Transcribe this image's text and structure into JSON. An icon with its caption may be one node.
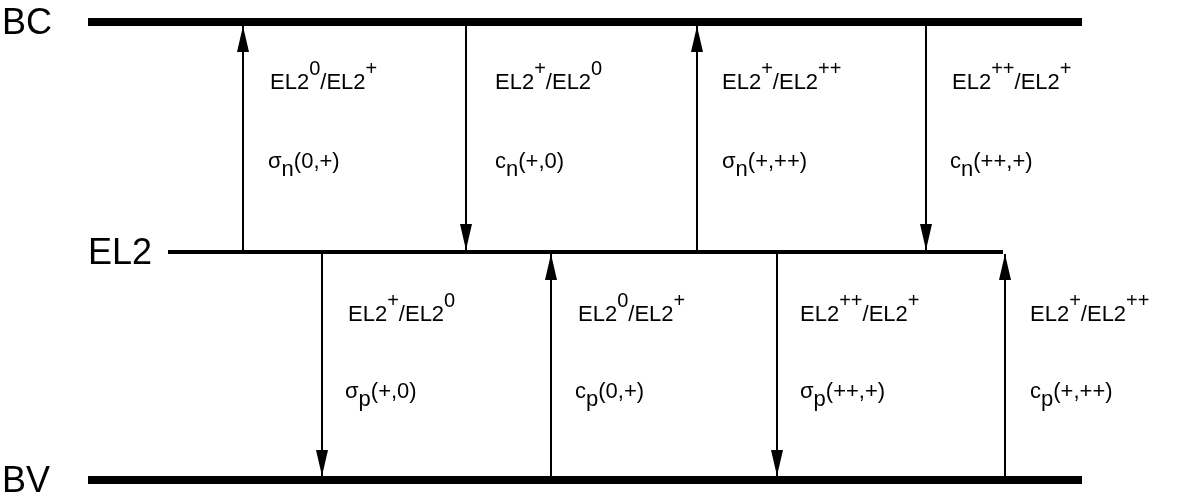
{
  "diagram": {
    "nodes": [
      {
        "text": [],
        "shape": "bar",
        "beside": [
          "BC"
        ]
      },
      {
        "text": [],
        "shape": "bar",
        "beside": [
          "EL2"
        ]
      },
      {
        "text": [],
        "shape": "bar",
        "beside": [
          "BV"
        ]
      }
    ],
    "edges": [
      {
        "from": 1,
        "to": 0,
        "arrow": "to"
      },
      {
        "from": 0,
        "to": 1,
        "arrow": "to"
      },
      {
        "from": 1,
        "to": 0,
        "arrow": "to"
      },
      {
        "from": 0,
        "to": 1,
        "arrow": "to"
      },
      {
        "from": 1,
        "to": 2,
        "arrow": "to"
      },
      {
        "from": 2,
        "to": 1,
        "arrow": "to"
      },
      {
        "from": 1,
        "to": 2,
        "arrow": "to"
      },
      {
        "from": 2,
        "to": 1,
        "arrow": "to"
      }
    ],
    "labels": [
      "EL2$^{0}$/EL2$^{+}$",
      "EL2$^{+}$/EL2$^{0}$",
      "EL2$^{+}$/EL2$^{++}$",
      "EL2$^{++}$/EL2$^{+}$",
      "σ$_{n}$(0,+)",
      "c$_{n}$(+,0)",
      "σ$_{n}$(+,++)",
      "c$_{n}$(++,+)",
      "EL2$^{+}$/EL2$^{0}$",
      "EL2$^{0}$/EL2$^{+}$",
      "EL2$^{++}$/EL2$^{+}$",
      "EL2$^{+}$/EL2$^{++}$",
      "σ$_{p}$(+,0)",
      "c$_{p}$(0,+)",
      "σ$_{p}$(++,+)",
      "c$_{p}$(+,++)"
    ]
  }
}
